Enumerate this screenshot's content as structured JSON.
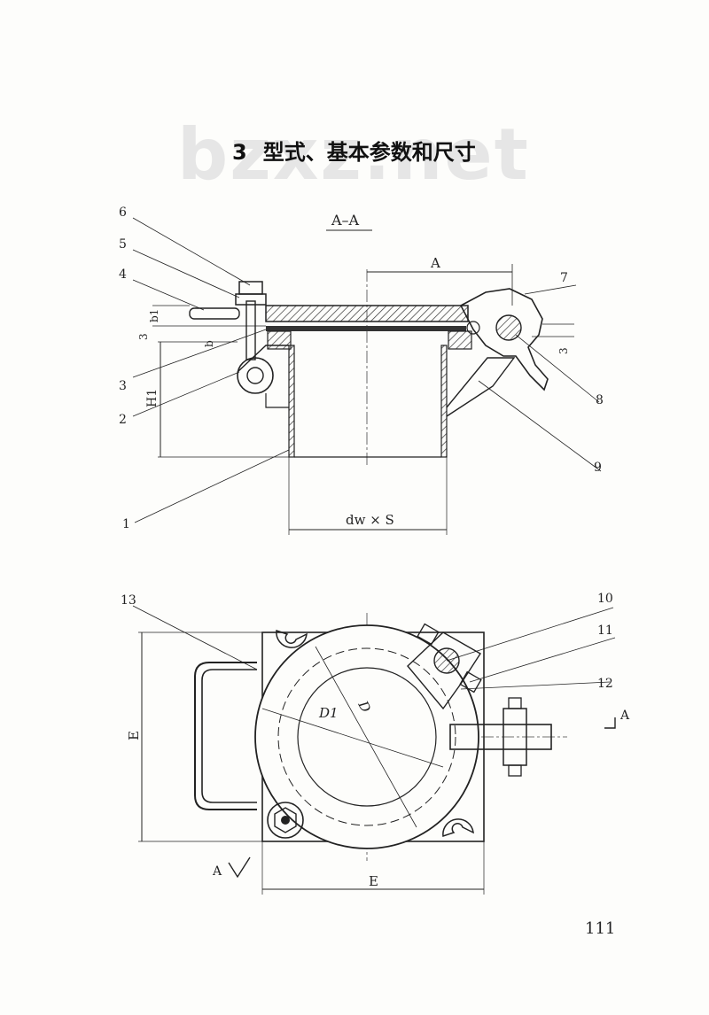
{
  "watermark": "bzxz.net",
  "heading": {
    "number": "3",
    "text": "型式、基本参数和尺寸"
  },
  "section_view": {
    "label": "A–A"
  },
  "dimensions": {
    "A": "A",
    "b1": "b1",
    "b": "b",
    "three_left": "3",
    "three_right": "3",
    "H1": "H1",
    "dw_s": "dw × S",
    "D": "D",
    "D1": "D1",
    "E_vertical": "E",
    "E_horizontal": "E"
  },
  "part_numbers": [
    "1",
    "2",
    "3",
    "4",
    "5",
    "6",
    "7",
    "8",
    "9",
    "10",
    "11",
    "12",
    "13"
  ],
  "section_marks": {
    "right": "A",
    "left": "A"
  },
  "page_number": "111"
}
